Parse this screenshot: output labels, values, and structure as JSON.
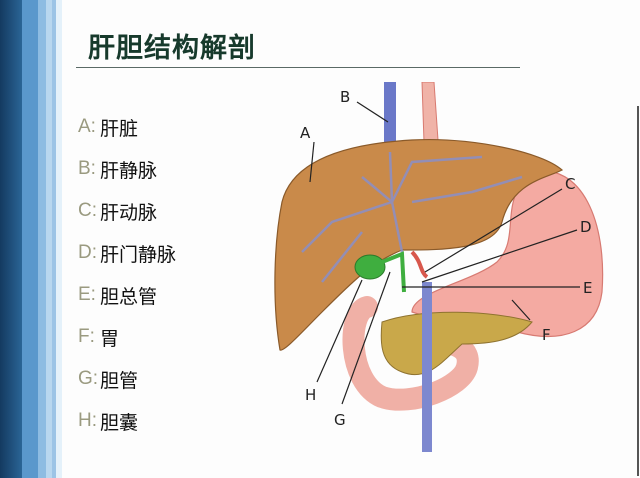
{
  "slide": {
    "title": "肝胆结构解剖"
  },
  "legend": [
    {
      "key": "A:",
      "label": "肝脏"
    },
    {
      "key": "B:",
      "label": "肝静脉"
    },
    {
      "key": "C:",
      "label": "肝动脉"
    },
    {
      "key": "D:",
      "label": "肝门静脉"
    },
    {
      "key": "E:",
      "label": "胆总管"
    },
    {
      "key": "F:",
      "label": "胃"
    },
    {
      "key": "G:",
      "label": "胆管"
    },
    {
      "key": "H:",
      "label": "胆囊"
    }
  ],
  "diagram": {
    "labels": [
      "A",
      "B",
      "C",
      "D",
      "E",
      "F",
      "G",
      "H"
    ],
    "colors": {
      "liver": "#c98a4a",
      "stomach": "#f2a7a0",
      "pancreas": "#c9a84a",
      "vein": "#6a78c8",
      "artery": "#d8574c",
      "gallbladder": "#3fae3f"
    }
  },
  "theme": {
    "stripe_colors": [
      "#1d4a78",
      "#2f6ea8",
      "#5b9ad0",
      "#8ebde3",
      "#c4def2",
      "#eaf4fb"
    ]
  }
}
